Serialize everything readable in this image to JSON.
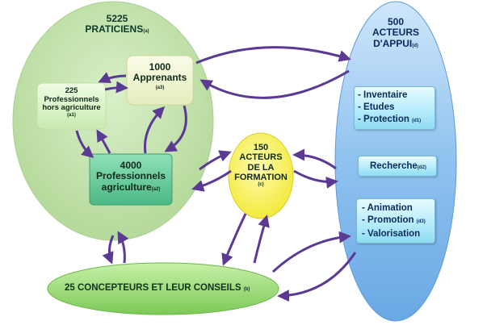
{
  "colors": {
    "arrow": "#5b3a94",
    "green_ellipse": "#bfe0a8",
    "blue_ellipse": "#7fb6ea",
    "yellow_ellipse": "#fff36a",
    "bottom_ellipse": "#8fd66a"
  },
  "nodes": {
    "praticiens": {
      "count": "5225",
      "label": "PRATICIENS",
      "tag": "(a)"
    },
    "apprenants": {
      "count": "1000",
      "label": "Apprenants",
      "tag": "(a3)"
    },
    "hors_agri": {
      "count": "225",
      "line1": "Professionnels",
      "line2": "hors agriculture",
      "tag": "(a1)"
    },
    "pro_agri": {
      "count": "4000",
      "line1": "Professionnels",
      "line2": "agriculture",
      "tag": "(a2)"
    },
    "formation": {
      "count": "150",
      "line1": "ACTEURS",
      "line2": "DE LA",
      "line3": "FORMATION",
      "tag": "(c)"
    },
    "appui": {
      "count": "500",
      "line1": "ACTEURS",
      "line2": "D'APPUI",
      "tag": "(d)"
    },
    "concepteurs": {
      "label": "25 CONCEPTEURS ET LEUR CONSEILS",
      "tag": "(b)"
    }
  },
  "boxes": {
    "d1": {
      "items": [
        "- Inventaire",
        "- Etudes",
        "- Protection"
      ],
      "tag": "(d1)"
    },
    "d2": {
      "label": "Recherche",
      "tag": "(d2)"
    },
    "d3": {
      "items": [
        "- Animation",
        "- Promotion",
        "- Valorisation"
      ],
      "tag": "(d3)"
    }
  }
}
